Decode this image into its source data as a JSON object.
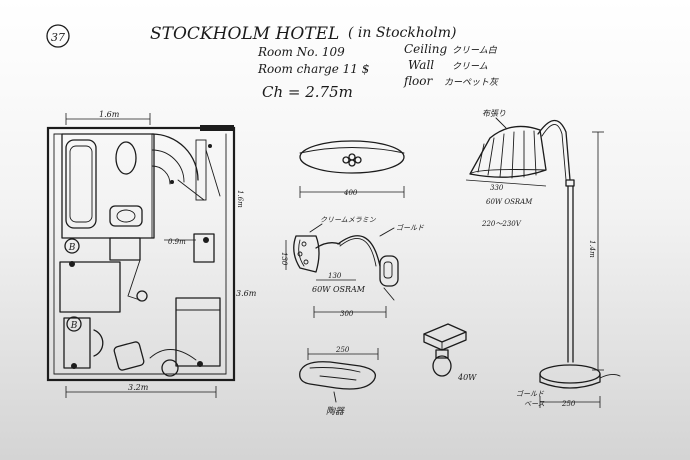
{
  "header": {
    "page_number": "37",
    "title": "STOCKHOLM HOTEL",
    "location": "( in Stockholm)",
    "room_no": "Room No. 109",
    "room_charge": "Room charge 11 $",
    "ceiling_height": "Ch = 2.75m",
    "finishes": [
      {
        "label": "Ceiling",
        "value": "クリーム白"
      },
      {
        "label": "Wall",
        "value": "クリーム"
      },
      {
        "label": "floor",
        "value": "カーペット灰"
      }
    ]
  },
  "plan": {
    "width_top": "1.6m",
    "width_bottom": "3.2m",
    "height_right_upper": "1.6m",
    "height_right_lower": "3.6m",
    "door_width": "0.9m",
    "fixture_markers": [
      "B",
      "B"
    ]
  },
  "ceiling_light": {
    "width": "400"
  },
  "wall_lamp": {
    "shade_label": "クリームメラミン",
    "arm_label": "ゴールド",
    "dim_shade": "130",
    "dim_depth": "130",
    "bulb": "60W OSRAM",
    "total_width": "300"
  },
  "floor_lamp": {
    "shade_label": "布張り",
    "shade_width": "330",
    "bulb": "60W OSRAM",
    "spec": "220〜230V",
    "height": "1.4m",
    "base_label": "ゴールド",
    "base_sub": "ベース",
    "base_width": "250"
  },
  "ashtray": {
    "width": "250",
    "label": "陶器"
  },
  "bracket_lamp": {
    "bulb": "40W"
  }
}
